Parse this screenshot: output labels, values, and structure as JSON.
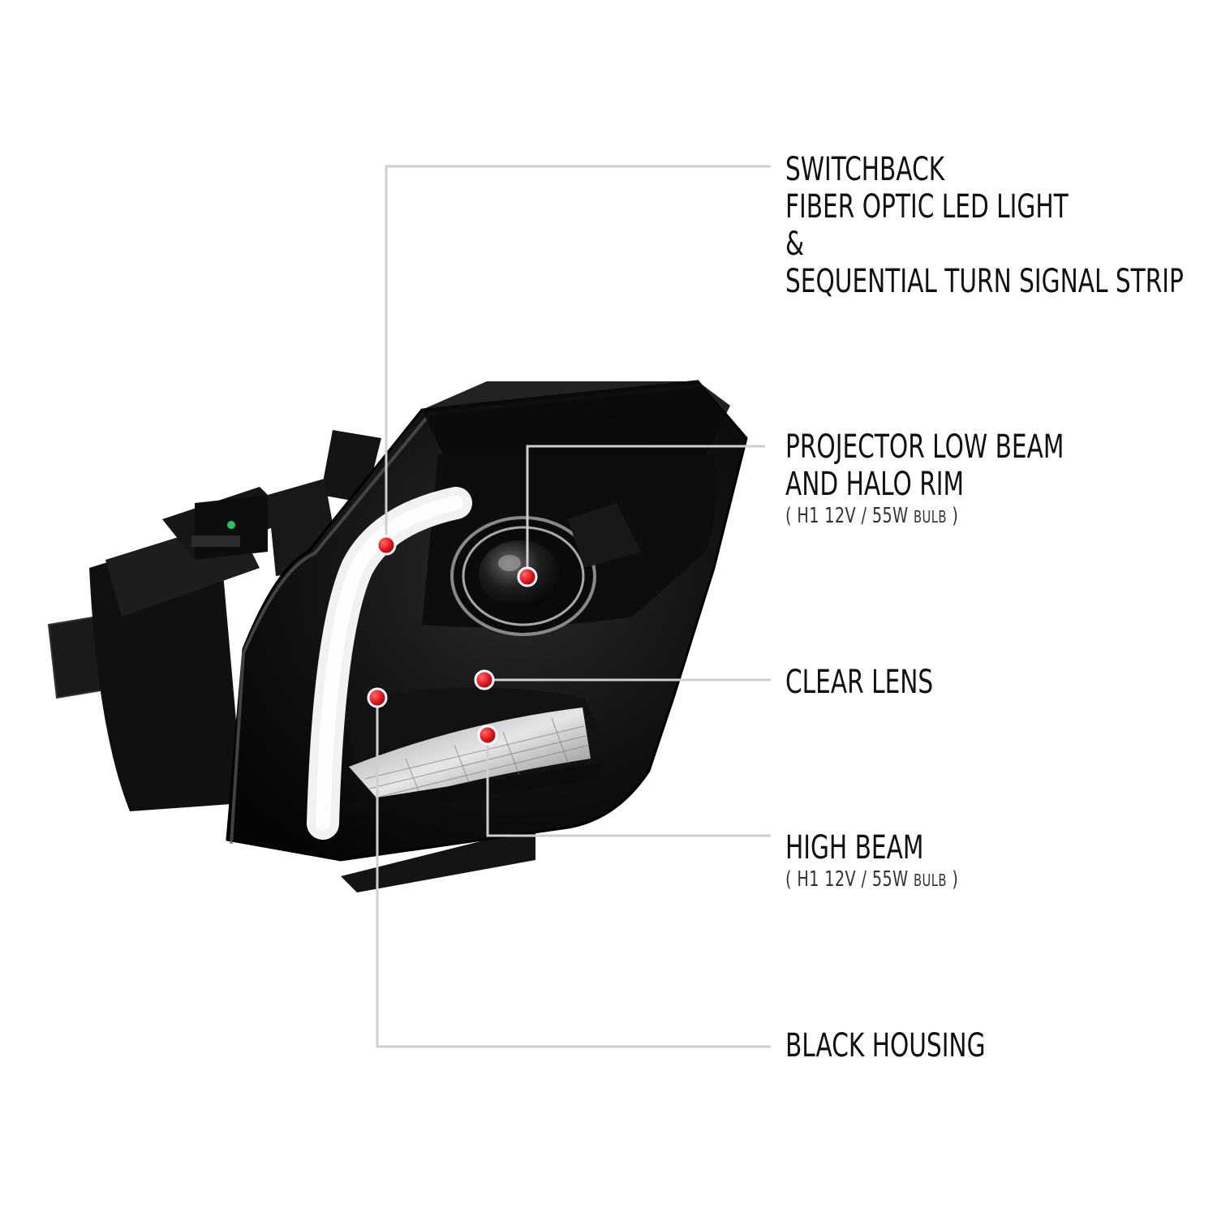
{
  "callouts": {
    "switchback": {
      "line1": "SWITCHBACK",
      "line2": "FIBER OPTIC LED LIGHT",
      "line3": "&",
      "line4": "SEQUENTIAL TURN SIGNAL STRIP"
    },
    "projector": {
      "line1": "PROJECTOR LOW BEAM",
      "line2": "AND HALO RIM",
      "spec_open": "( H1  12V / 55W ",
      "spec_unit": "BULB",
      "spec_close": " )"
    },
    "clear_lens": {
      "line1": "CLEAR LENS"
    },
    "high_beam": {
      "line1": "HIGH BEAM",
      "spec_open": "( H1  12V / 55W ",
      "spec_unit": "BULB",
      "spec_close": " )"
    },
    "housing": {
      "line1": "BLACK HOUSING"
    }
  },
  "colors": {
    "marker": "#e3121b",
    "leader_line": "#cfcfcf",
    "housing": "#0b0b0b",
    "led_strip": "#f2f2f2"
  }
}
